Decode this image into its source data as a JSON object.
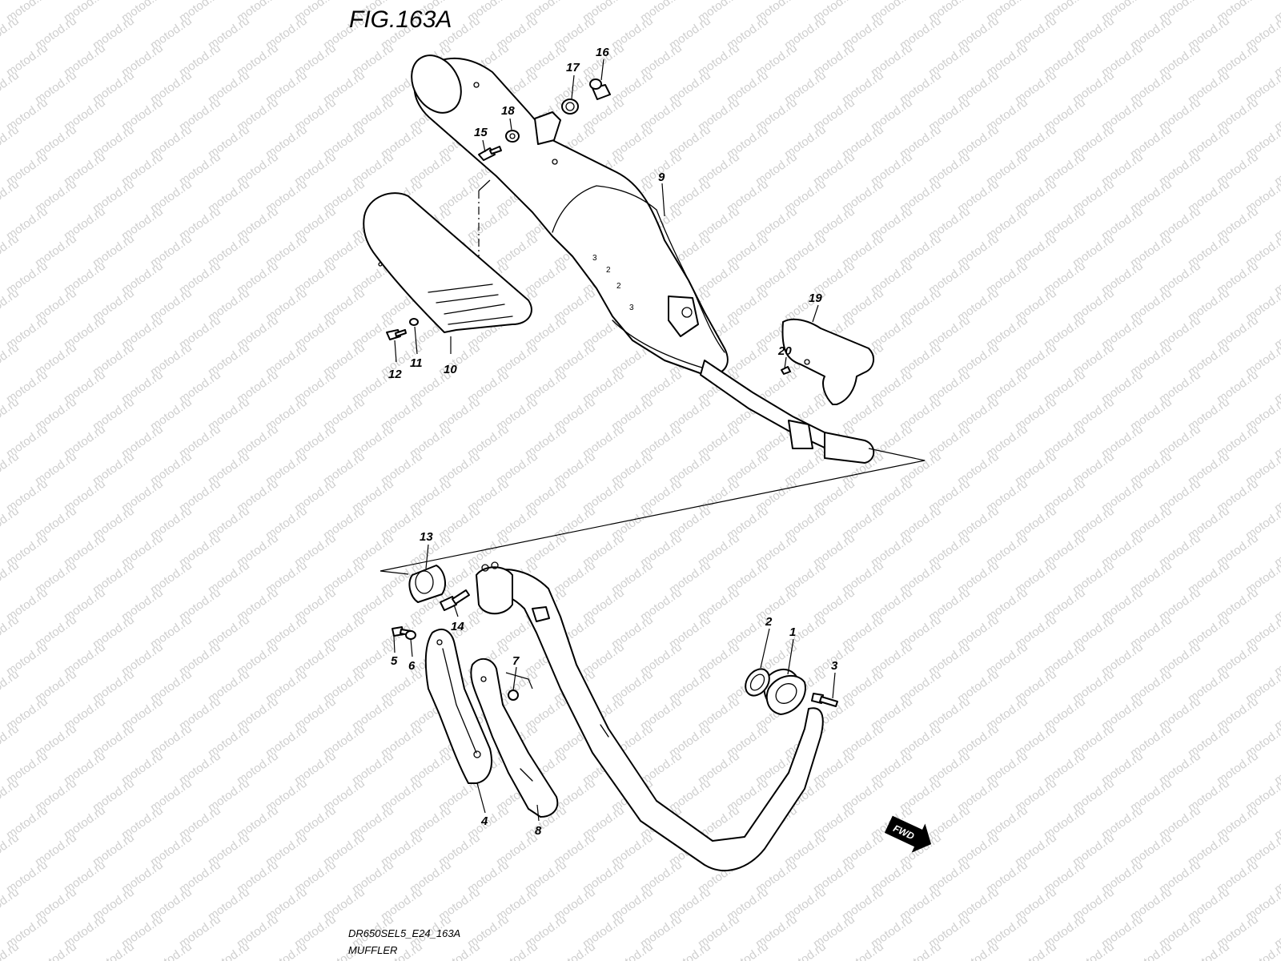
{
  "figure": {
    "title": "FIG.163A",
    "code": "DR650SEL5_E24_163A",
    "name": "MUFFLER"
  },
  "watermark": {
    "text": "motod.ru"
  },
  "direction_badge": {
    "label": "FWD"
  },
  "callouts": [
    {
      "id": "c1",
      "label": "1"
    },
    {
      "id": "c2",
      "label": "2"
    },
    {
      "id": "c3",
      "label": "3"
    },
    {
      "id": "c4",
      "label": "4"
    },
    {
      "id": "c5",
      "label": "5"
    },
    {
      "id": "c6",
      "label": "6"
    },
    {
      "id": "c7",
      "label": "7"
    },
    {
      "id": "c8",
      "label": "8"
    },
    {
      "id": "c9",
      "label": "9"
    },
    {
      "id": "c10",
      "label": "10"
    },
    {
      "id": "c11",
      "label": "11"
    },
    {
      "id": "c12",
      "label": "12"
    },
    {
      "id": "c13",
      "label": "13"
    },
    {
      "id": "c14",
      "label": "14"
    },
    {
      "id": "c15",
      "label": "15"
    },
    {
      "id": "c16",
      "label": "16"
    },
    {
      "id": "c17",
      "label": "17"
    },
    {
      "id": "c18",
      "label": "18"
    },
    {
      "id": "c19",
      "label": "19"
    },
    {
      "id": "c20",
      "label": "20"
    }
  ]
}
